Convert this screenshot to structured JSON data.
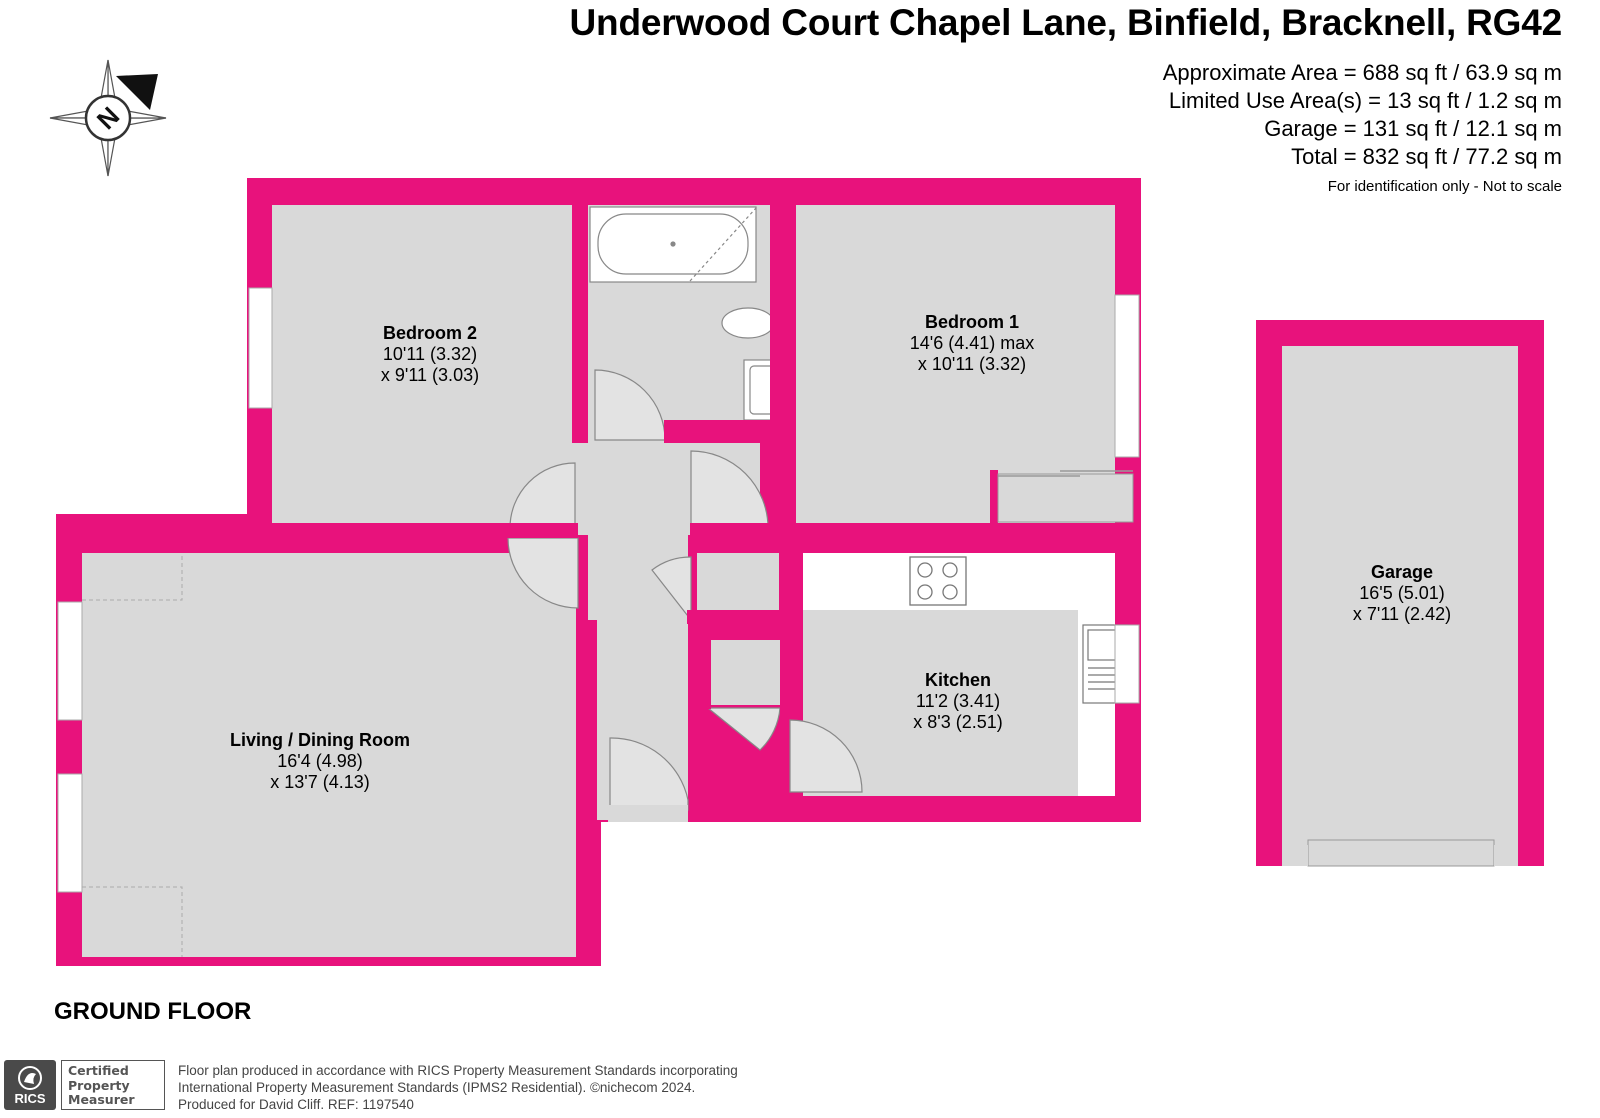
{
  "header": {
    "title": "Underwood Court Chapel Lane, Binfield, Bracknell, RG42",
    "areas": [
      "Approximate Area = 688 sq ft / 63.9 sq m",
      "Limited Use Area(s) = 13 sq ft / 1.2 sq m",
      "Garage = 131 sq ft / 12.1 sq m",
      "Total = 832 sq ft / 77.2 sq m"
    ],
    "note": "For identification only - Not to scale"
  },
  "compass": {
    "letter": "N",
    "icon": "compass-north-icon"
  },
  "rooms": {
    "bedroom2": {
      "name": "Bedroom 2",
      "dim1": "10'11 (3.32)",
      "dim2": "x 9'11 (3.03)"
    },
    "bedroom1": {
      "name": "Bedroom 1",
      "dim1": "14'6 (4.41) max",
      "dim2": "x 10'11 (3.32)"
    },
    "living": {
      "name": "Living / Dining Room",
      "dim1": "16'4 (4.98)",
      "dim2": "x 13'7 (4.13)"
    },
    "kitchen": {
      "name": "Kitchen",
      "dim1": "11'2 (3.41)",
      "dim2": "x 8'3 (2.51)"
    },
    "garage": {
      "name": "Garage",
      "dim1": "16'5 (5.01)",
      "dim2": "x 7'11 (2.42)"
    }
  },
  "floor_label": "GROUND FLOOR",
  "footer": {
    "line1": "Floor plan produced in accordance with RICS Property Measurement Standards incorporating",
    "line2": "International Property Measurement Standards (IPMS2 Residential).   ©nichecom 2024.",
    "line3": "Produced for David Cliff.   REF: 1197540",
    "rics_logo_text": "RICS",
    "badge": [
      "Certified",
      "Property",
      "Measurer"
    ]
  },
  "colors": {
    "wall": "#e8127c",
    "floor": "#d9d9d9",
    "fixture": "#ffffff"
  }
}
